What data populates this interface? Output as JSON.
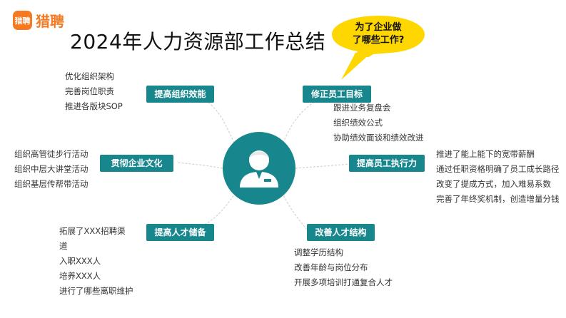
{
  "logo": {
    "mark": "猎聘",
    "text": "猎聘"
  },
  "title": "2024年人力资源部工作总结",
  "bubble": {
    "line1": "为了企业做",
    "line2": "了哪些工作?"
  },
  "colors": {
    "accent": "#17878d",
    "brand": "#f47920",
    "bubble": "#ffd700"
  },
  "center_icon": "person-icon",
  "nodes": {
    "efficiency": {
      "label": "提高组织效能",
      "items": [
        "优化组织架构",
        "完善岗位职责",
        "推进各版块SOP"
      ]
    },
    "goals": {
      "label": "修正员工目标",
      "items": [
        "跟进业务复盘会",
        "组织绩效公式",
        "协助绩效面谈和绩效改进"
      ]
    },
    "culture": {
      "label": "贯彻企业文化",
      "items": [
        "组织高管徒步行活动",
        "组织中层大讲堂活动",
        "组织基层传帮带活动"
      ]
    },
    "execution": {
      "label": "提高员工执行力",
      "items": [
        "推进了能上能下的宽带薪酬",
        "通过任职资格明确了员工成长路径",
        "改变了提成方式，加入难易系数",
        "完善了年终奖机制，创造增量分钱"
      ]
    },
    "talent": {
      "label": "提高人才储备",
      "items": [
        "拓展了XXX招聘渠",
        "道",
        "入职XXX人",
        "培养XXX人",
        "进行了哪些离职维护"
      ]
    },
    "structure": {
      "label": "改善人才结构",
      "items": [
        "调整学历结构",
        "改善年龄与岗位分布",
        "开展多项培训打通复合人才"
      ]
    }
  }
}
